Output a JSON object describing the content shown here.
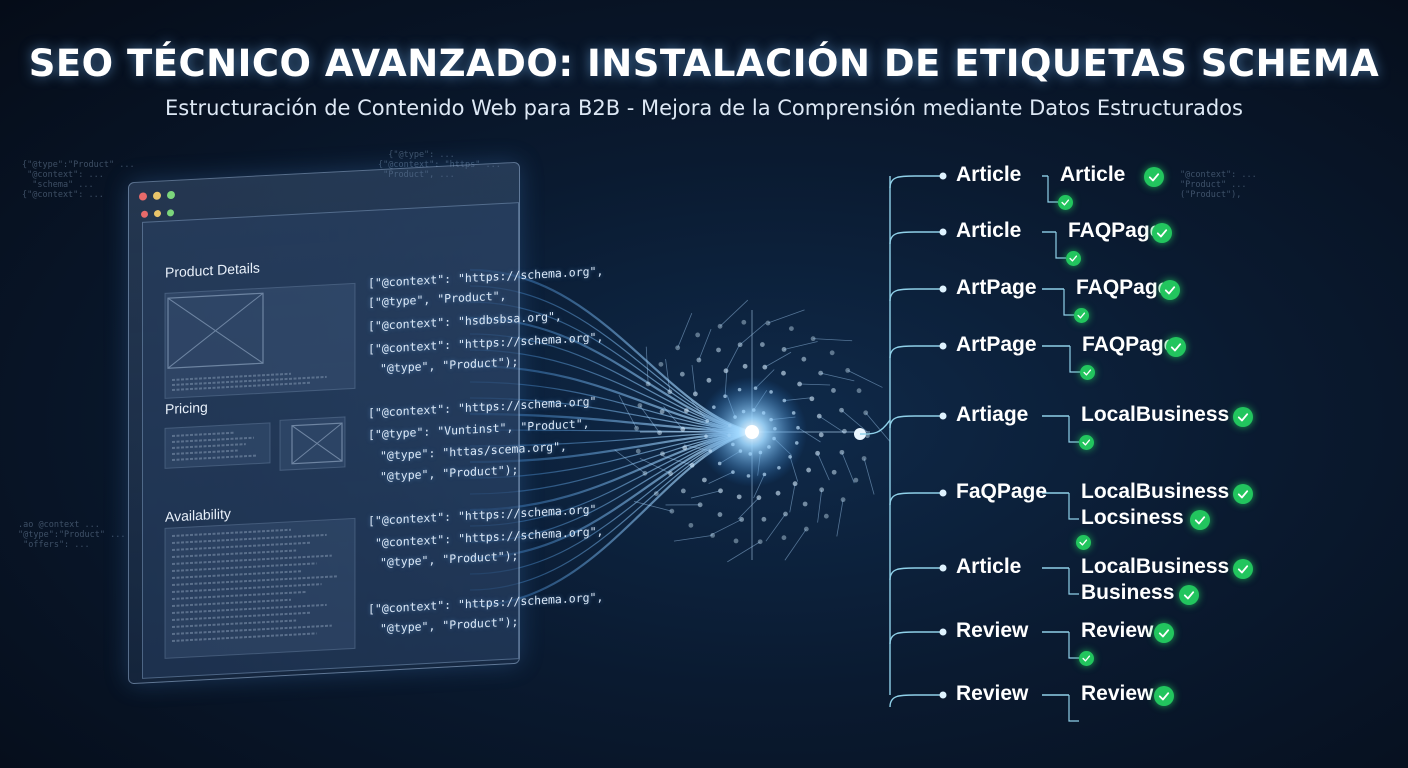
{
  "header": {
    "title": "SEO TÉCNICO AVANZADO: INSTALACIÓN DE ETIQUETAS SCHEMA",
    "subtitle": "Estructuración de Contenido Web para B2B - Mejora de la Comprensión mediante Datos Estructurados"
  },
  "page_panel": {
    "sections": [
      "Product Details",
      "Pricing",
      "Availability"
    ],
    "code_lines": [
      "[\"@context\": \"https://schema.org\",",
      "[\"@type\", \"Product\",",
      "[\"@context\": \"hsdbsbsa.org\",",
      "[\"@context\": \"https://schema.org\",",
      "\"@type\", \"Product\");",
      "[\"@context\": \"https://schema.org\"",
      "[\"@type\": \"Vuntinst\", \"Product\",",
      "\"@type\": \"httas/scema.org\",",
      "\"@type\", \"Product\");",
      "[\"@context\": \"https://schema.org\"",
      "\"@context\": \"https://schema.org\",",
      "\"@type\", \"Product\");",
      "[\"@context\": \"https://schema.org\",",
      "\"@type\", \"Product\");"
    ]
  },
  "schema_tree": {
    "rows": [
      {
        "node": "Article",
        "value": "Article",
        "value2": "",
        "extra_check": true
      },
      {
        "node": "Article",
        "value": "FAQPage",
        "value2": "",
        "extra_check": true
      },
      {
        "node": "ArtPage",
        "value": "FAQPage",
        "value2": "",
        "extra_check": true
      },
      {
        "node": "ArtPage",
        "value": "FAQPage",
        "value2": "",
        "extra_check": true
      },
      {
        "node": "Artiage",
        "value": "LocalBusiness",
        "value2": "",
        "extra_check": true
      },
      {
        "node": "FaQPage",
        "value": "LocalBusiness",
        "value2": "Locsiness",
        "extra_check": true
      },
      {
        "node": "Article",
        "value": "LocalBusiness",
        "value2": "Business",
        "extra_check": false
      },
      {
        "node": "Review",
        "value": "Review",
        "value2": "",
        "extra_check": true
      },
      {
        "node": "Review",
        "value": "Review",
        "value2": "",
        "extra_check": false
      }
    ]
  },
  "colors": {
    "accent": "#4fb3ff",
    "check": "#22c55e",
    "background": "#0a1a30"
  }
}
